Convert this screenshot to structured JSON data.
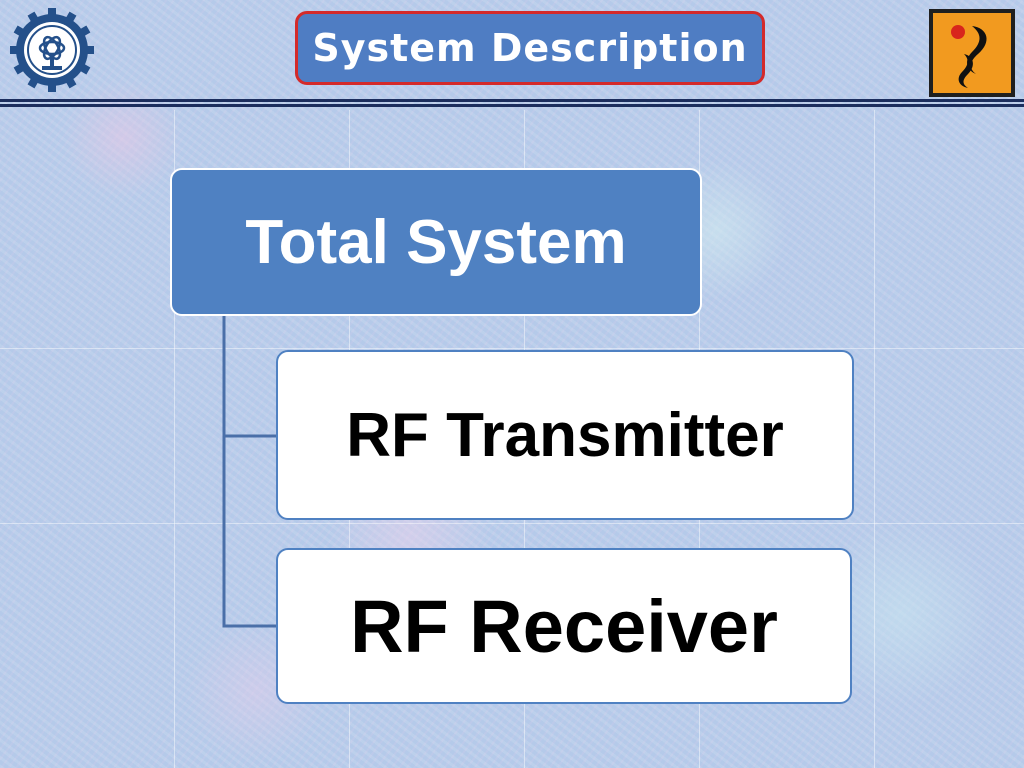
{
  "slide": {
    "title": "System Description"
  },
  "diagram": {
    "root": "Total System",
    "children": [
      "RF Transmitter",
      "RF Receiver"
    ]
  },
  "logos": {
    "left_icon": "csir-emblem-icon",
    "right_icon": "institute-logo-icon"
  },
  "colors": {
    "title_fill": "#4f7dc3",
    "title_border": "#d42a2a",
    "root_fill": "#4f81c2",
    "child_border": "#4f81c2",
    "connector": "#4a6fa8",
    "rule": "#1c2e5e"
  }
}
